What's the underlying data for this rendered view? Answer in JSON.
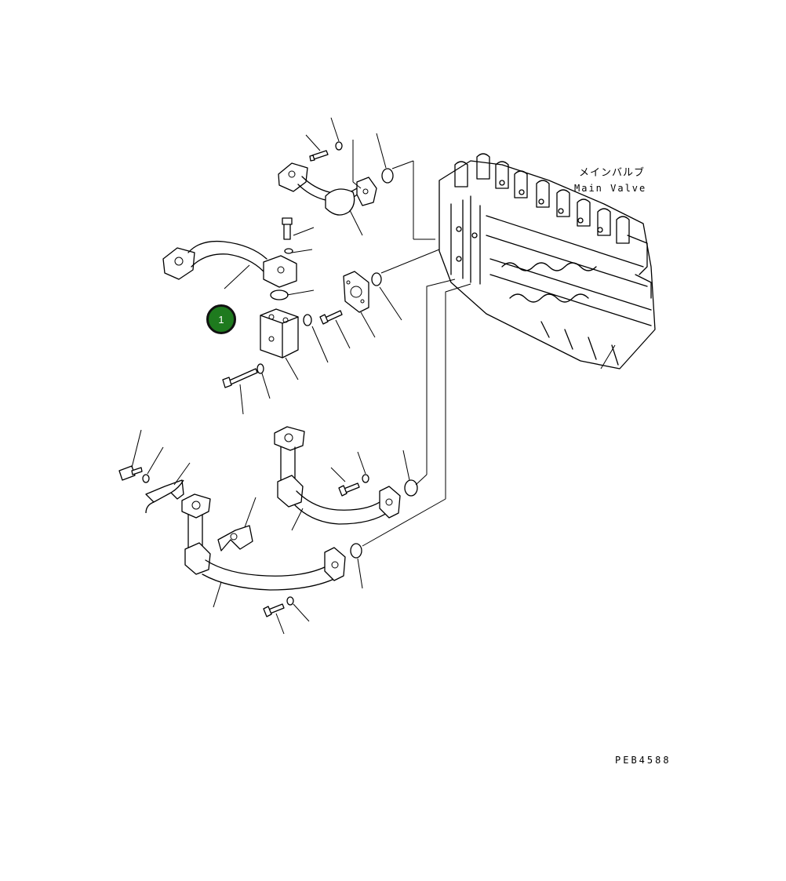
{
  "labels": {
    "main_valve_jp": "メインバルブ",
    "main_valve_en": "Main Valve",
    "drawing_code": "PEB4588"
  },
  "callouts": [
    {
      "number": "1",
      "color": "#1e7a1e"
    }
  ]
}
